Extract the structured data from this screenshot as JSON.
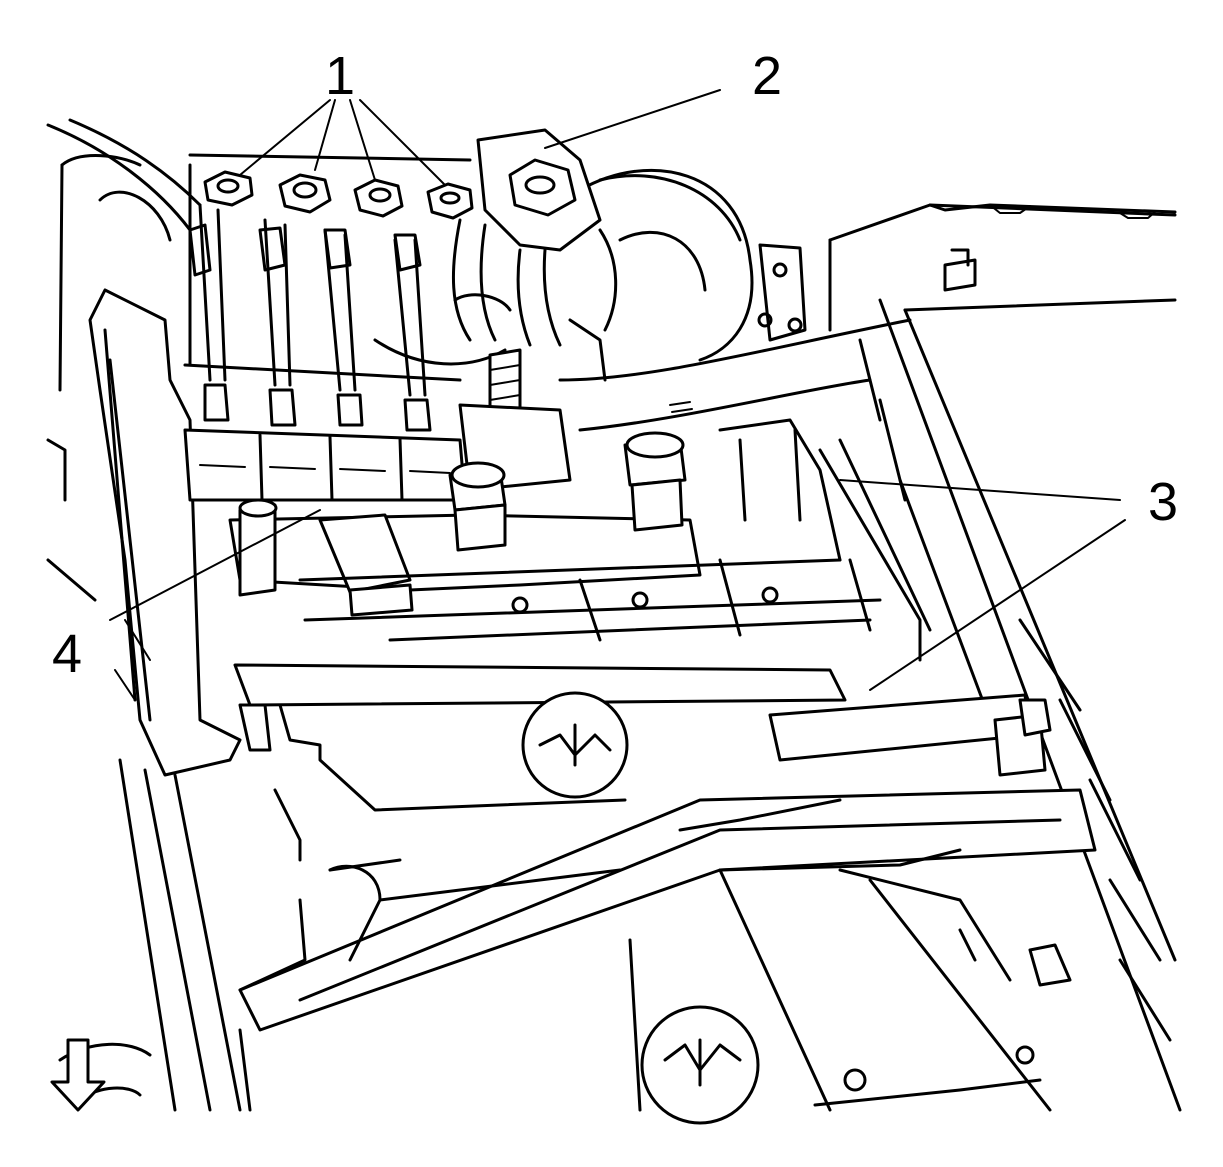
{
  "callouts": [
    {
      "id": "1",
      "label": "1"
    },
    {
      "id": "2",
      "label": "2"
    },
    {
      "id": "3",
      "label": "3"
    },
    {
      "id": "4",
      "label": "4"
    }
  ],
  "orientation_arrow": {
    "direction": "down",
    "icon": "arrow-down-icon"
  }
}
